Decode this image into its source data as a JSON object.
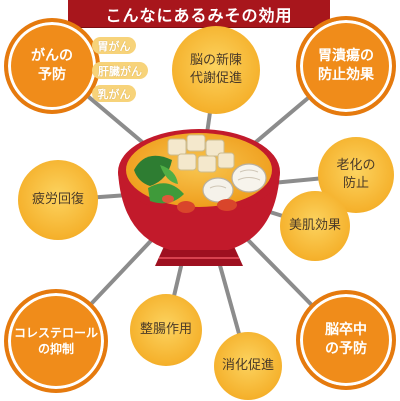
{
  "title": "こんなにあるみその効用",
  "benefits": {
    "cancer": {
      "line1": "がんの",
      "line2": "予防",
      "types": [
        "胃がん",
        "肝臓がん",
        "乳がん"
      ]
    },
    "brain": {
      "line1": "脳の新陳",
      "line2": "代謝促進"
    },
    "ulcer": {
      "line1": "胃潰瘍の",
      "line2": "防止効果"
    },
    "aging": {
      "line1": "老化の",
      "line2": "防止"
    },
    "skin": {
      "line1": "美肌効果"
    },
    "fatigue": {
      "line1": "疲労回復"
    },
    "cholesterol": {
      "line1": "コレステロール",
      "line2": "の抑制"
    },
    "intestine": {
      "line1": "整腸作用"
    },
    "digestion": {
      "line1": "消化促進"
    },
    "stroke": {
      "line1": "脳卒中",
      "line2": "の予防"
    }
  },
  "colors": {
    "banner": "#a8161c",
    "orange": "#f08c1a",
    "yellow": "#f5b12c",
    "pill": "#f7d37a",
    "line": "#8c8c8c",
    "bowl": "#c21a2b",
    "soup": "#f2a41e"
  }
}
